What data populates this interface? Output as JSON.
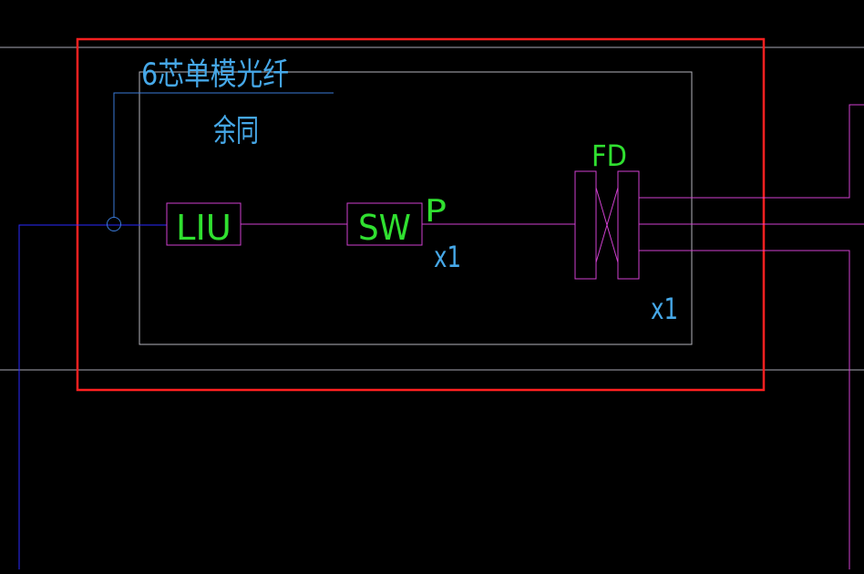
{
  "labels": {
    "cable": "6芯单模光纤",
    "location": "余同",
    "liu": "LIU",
    "sw": "SW",
    "port": "P",
    "sw_qty": "x1",
    "fd": "FD",
    "fd_qty": "x1"
  },
  "colors": {
    "background": "#000000",
    "selection_frame": "#ff2020",
    "guide_line": "#a8a8b4",
    "enclosure": "#b4b4bc",
    "fiber_line": "#2a2aff",
    "leader_line": "#3a7ad8",
    "magenta_wire": "#d040d0",
    "green_text": "#30e030",
    "cyan_text": "#46a8e8"
  }
}
